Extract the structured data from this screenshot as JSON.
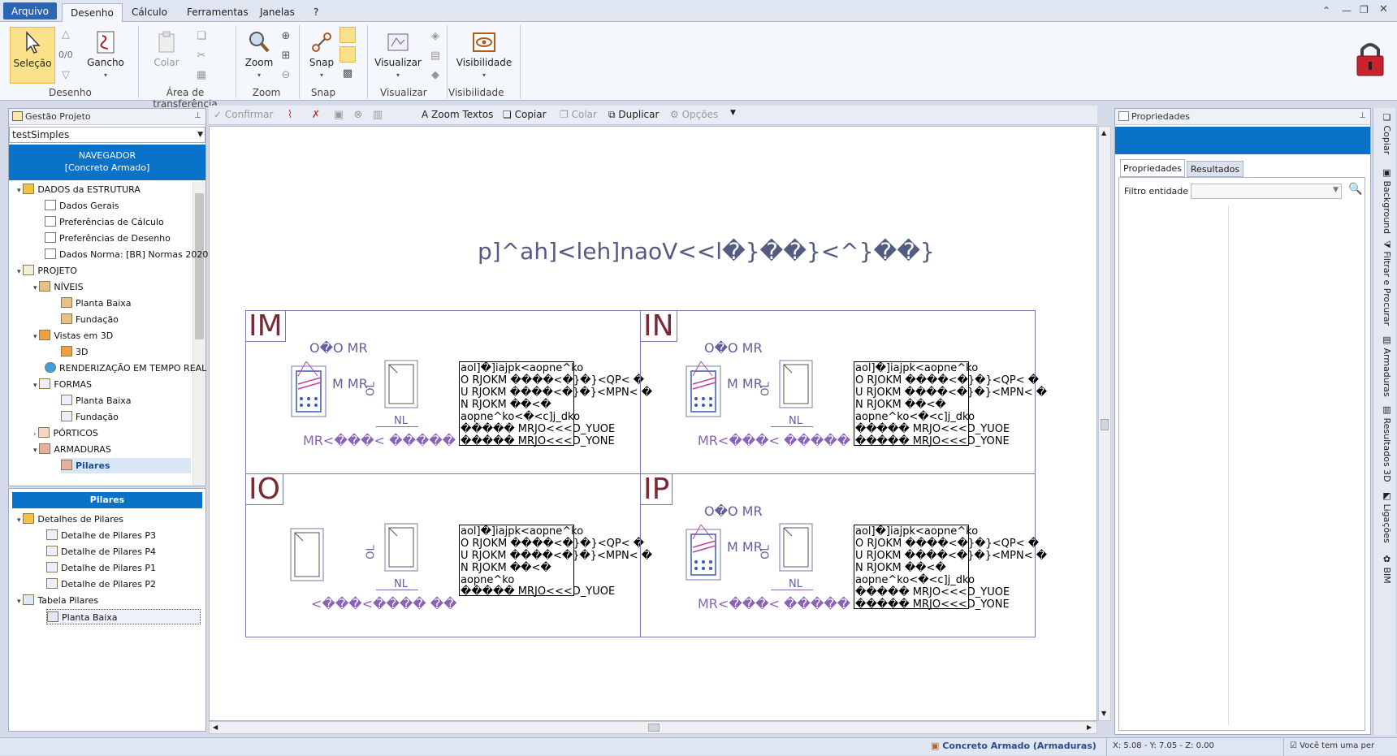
{
  "menu": {
    "tabs": [
      "Arquivo",
      "Desenho",
      "Cálculo",
      "Ferramentas",
      "Janelas",
      "?"
    ]
  },
  "ribbon": {
    "selecao": "Seleção",
    "counter": "0/0",
    "gancho": "Gancho",
    "colar": "Colar",
    "zoom": "Zoom",
    "snap": "Snap",
    "visualizar": "Visualizar",
    "visibilidade": "Visibilidade",
    "groups": [
      "Desenho",
      "Área de transferência",
      "Zoom",
      "Snap",
      "Visualizar",
      "Visibilidade"
    ]
  },
  "project_panel": {
    "title": "Gestão Projeto",
    "project_select": "testSimples",
    "navigator_line1": "NAVEGADOR",
    "navigator_line2": "[Concreto Armado]"
  },
  "tree": [
    "DADOS da ESTRUTURA",
    "Dados Gerais",
    "Preferências de Cálculo",
    "Preferências de Desenho",
    "Dados Norma: [BR] Normas 2020",
    "PROJETO",
    "NÍVEIS",
    "Planta Baixa",
    "Fundação",
    "Vistas em 3D",
    "3D",
    "RENDERIZAÇÃO EM TEMPO REAL",
    "FORMAS",
    "Planta Baixa",
    "Fundação",
    "PÓRTICOS",
    "ARMADURAS",
    "Pilares"
  ],
  "subpanel": {
    "title": "Pilares",
    "items": [
      "Detalhes de Pilares",
      "Detalhe de Pilares P3",
      "Detalhe de Pilares P4",
      "Detalhe de Pilares P1",
      "Detalhe de Pilares P2",
      "Tabela Pilares",
      "Planta Baixa"
    ]
  },
  "toolbar": {
    "confirmar": "Confirmar",
    "zoom_textos": "Zoom Textos",
    "copiar": "Copiar",
    "colar": "Colar",
    "duplicar": "Duplicar",
    "opcoes": "Opções"
  },
  "drawing": {
    "title": "p]^ah]<leh]naoV<<l�}��}<^}��}",
    "cells": [
      {
        "num": "IM",
        "top": "O�O MR",
        "mid": "M MR",
        "ol": "OL",
        "nl": "NL",
        "bottom": "MR<���< �����"
      },
      {
        "num": "IN",
        "top": "O�O MR",
        "mid": "M MR",
        "ol": "OL",
        "nl": "NL",
        "bottom": "MR<���< �����"
      },
      {
        "num": "IO",
        "top": "",
        "mid": "",
        "ol": "OL",
        "nl": "NL",
        "bottom": " <���<����  ��"
      },
      {
        "num": "IP",
        "top": "O�O MR",
        "mid": "M MR",
        "ol": "OL",
        "nl": "NL",
        "bottom": "MR<���< �����"
      }
    ],
    "table_a": [
      "aol]�]iajpk<aopne^ko",
      "O RJOKM ����<�}�}<QP<  �",
      "U RJOKM ����<�}�}<MPN<  �",
      "N RJOKM ��<�",
      "aopne^ko<�<c]j_dko",
      "����� MRJO<<<D_YUOE",
      "����� MRJO<<<D_YONE"
    ],
    "table_b": [
      "aol]�]iajpk<aopne^ko",
      "O RJOKM ����<�}�}<QP<  �",
      "U RJOKM ����<�}�}<MPN<  �",
      "N RJOKM ��<�",
      "aopne^ko",
      "����� MRJO<<<D_YUOE"
    ]
  },
  "properties": {
    "title": "Propriedades",
    "tab1": "Propriedades",
    "tab2": "Resultados",
    "filter_label": "Filtro entidade"
  },
  "side_tabs": [
    "Copiar",
    "Background",
    "Filtrar e Procurar",
    "Armaduras",
    "Resultados 3D",
    "Ligações",
    "BIM"
  ],
  "status": {
    "mode": "Concreto Armado (Armaduras)",
    "coords": "X: 5.08 - Y: 7.05 - Z: 0.00",
    "tip": "Você tem uma per"
  }
}
